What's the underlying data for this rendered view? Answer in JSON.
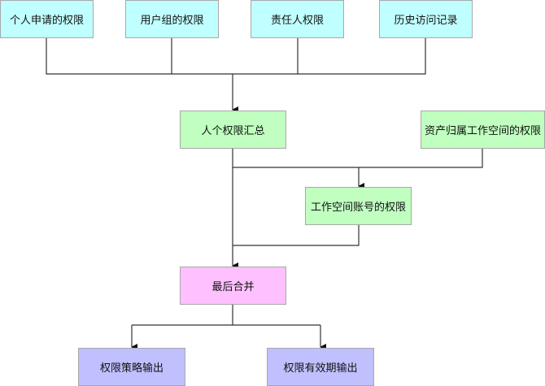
{
  "colors": {
    "source": "#c0ffff",
    "intermediate": "#c0ffc0",
    "merge": "#ffc0ff",
    "output": "#c0c0ff",
    "line": "#333333"
  },
  "nodes": {
    "personal_request": "个人申请的权限",
    "user_group": "用户组的权限",
    "owner": "责任人权限",
    "access_history": "历史访问记录",
    "personal_summary": "人个权限汇总",
    "asset_workspace": "资产归属工作空间的权限",
    "workspace_account": "工作空间账号的权限",
    "final_merge": "最后合并",
    "policy_output": "权限策略输出",
    "validity_output": "权限有效期输出"
  }
}
